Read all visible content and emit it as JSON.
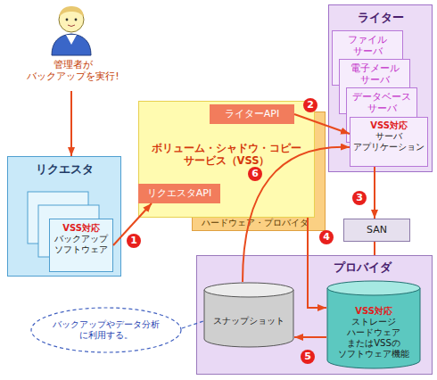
{
  "diagram": {
    "nodes": [
      {
        "text": [
          "管理者が バックアップを実行!"
        ]
      },
      {
        "text": [
          "リクエスタ"
        ]
      },
      {
        "text": [
          "VSS対応",
          "バックアップ ソフトウェア"
        ],
        "in": 1
      },
      {
        "text": [
          "ライター"
        ]
      },
      {
        "text": [
          "ファイル サーバ"
        ],
        "in": 3
      },
      {
        "text": [
          "電子メール サーバ"
        ],
        "in": 3
      },
      {
        "text": [
          "データベース サーバ"
        ],
        "in": 3
      },
      {
        "text": [
          "VSS対応",
          "サーバ アプリケーション"
        ],
        "in": 3
      },
      {
        "text": [
          "ハードウェア・プロバイダ"
        ]
      },
      {
        "text": [
          "ボリューム・シャドウ・コピー サービス（VSS）"
        ]
      },
      {
        "text": [
          "ライターAPI"
        ],
        "in": 9
      },
      {
        "text": [
          "リクエスタAPI"
        ],
        "in": 9
      },
      {
        "text": [
          "SAN"
        ]
      },
      {
        "text": [
          "プロバイダ"
        ]
      },
      {
        "text": [
          "スナップショット"
        ],
        "in": 13
      },
      {
        "text": [
          "VSS対応",
          "ストレージ ハードウェア またはVSSの ソフトウェア機能"
        ],
        "in": 13
      },
      {
        "text": [
          "バックアップやデータ分析 に利用する。"
        ]
      }
    ],
    "edges": [
      {
        "from": 0,
        "to": 1,
        "arrow": "to"
      },
      {
        "from": 2,
        "to": 11,
        "arrow": "to"
      },
      {
        "from": 10,
        "to": 7,
        "arrow": "to"
      },
      {
        "from": 7,
        "to": 12,
        "arrow": "to"
      },
      {
        "from": 12,
        "to": 13,
        "arrow": "none"
      },
      {
        "from": 9,
        "to": 15,
        "arrow": "to"
      },
      {
        "from": 15,
        "to": 14,
        "arrow": "to"
      },
      {
        "from": 14,
        "to": 7,
        "arrow": "to"
      },
      {
        "from": 16,
        "to": 14,
        "arrow": "none"
      }
    ],
    "labels": [
      "1",
      "2",
      "3",
      "4",
      "5",
      "6"
    ]
  }
}
